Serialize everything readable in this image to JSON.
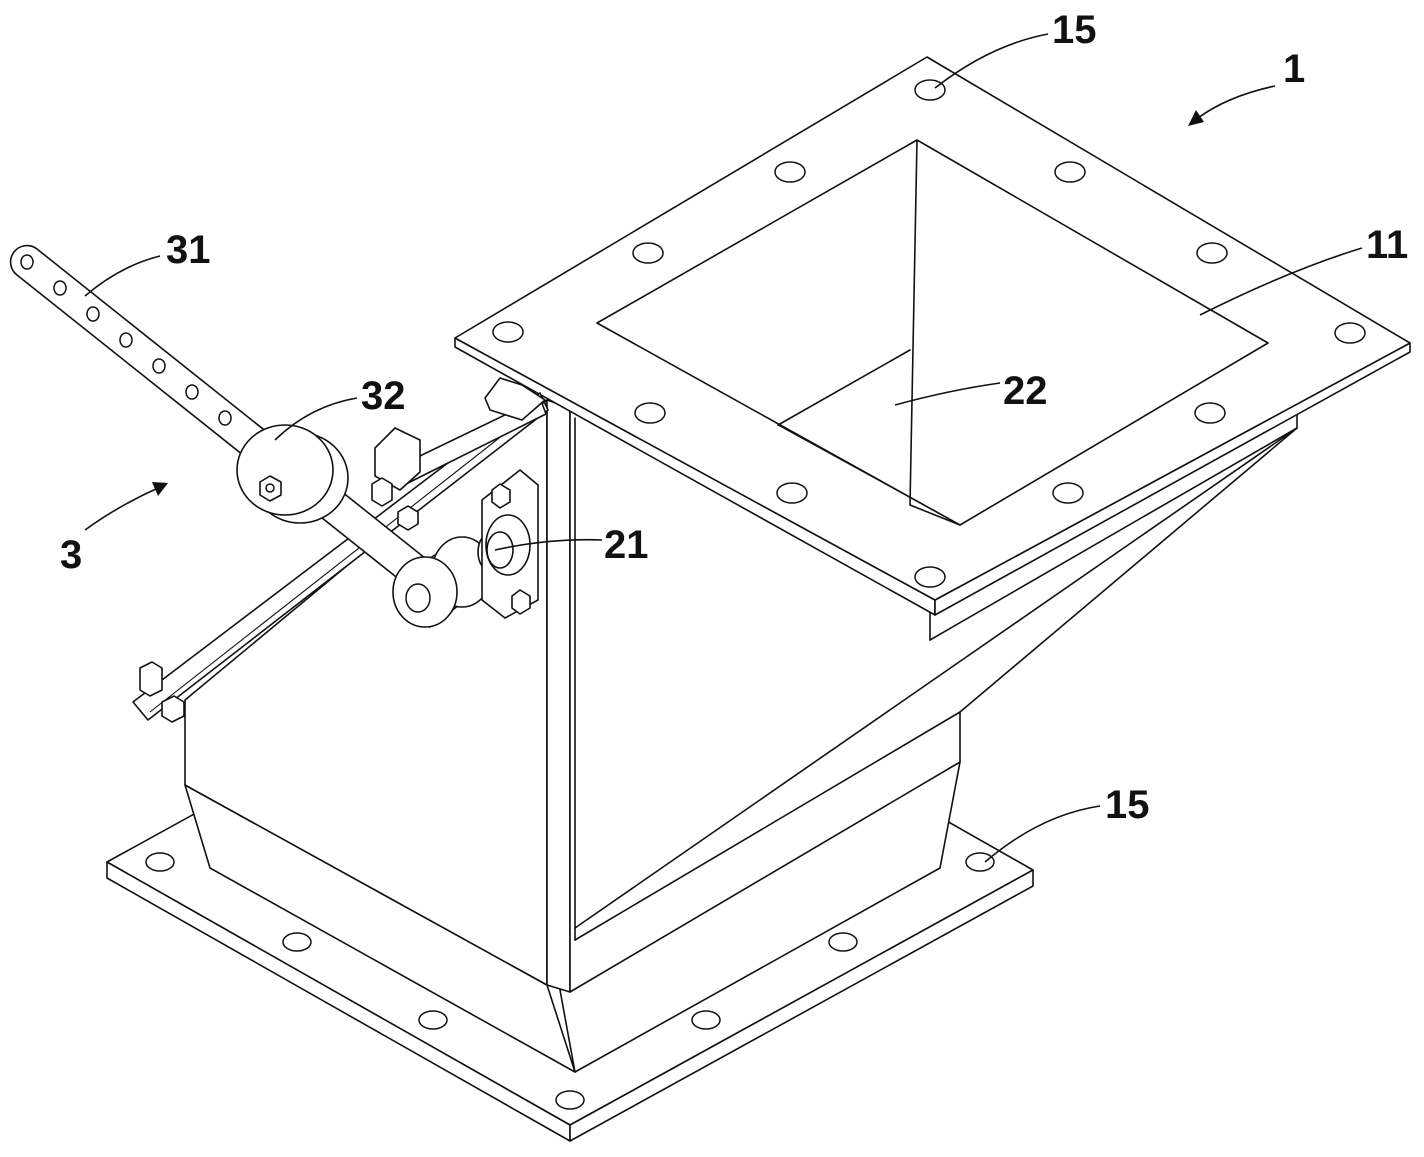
{
  "labels": {
    "top_flange_hole": "15",
    "device": "1",
    "lever": "31",
    "top_flange": "11",
    "wheel": "32",
    "damper_plate": "22",
    "drive_assembly": "3",
    "bearing": "21",
    "bottom_flange_hole": "15"
  }
}
